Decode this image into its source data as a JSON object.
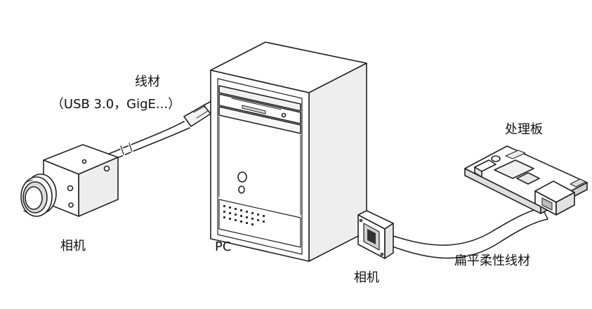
{
  "labels": {
    "cable_title": "线材",
    "cable_subtitle": "（USB 3.0，GigE...）",
    "camera_left": "相机",
    "pc": "PC",
    "processing_board": "处理板",
    "flex_cable": "扁平柔性线材",
    "camera_right": "相机"
  },
  "colors": {
    "line": "#222222",
    "fill": "#ffffff",
    "shade": "#e4e4e4",
    "shade_dark": "#bcbcbc"
  },
  "icons": [
    "usb-camera-icon",
    "pc-tower-icon",
    "usb-plug-icon",
    "board-camera-icon",
    "processing-board-icon",
    "flex-cable-icon"
  ]
}
